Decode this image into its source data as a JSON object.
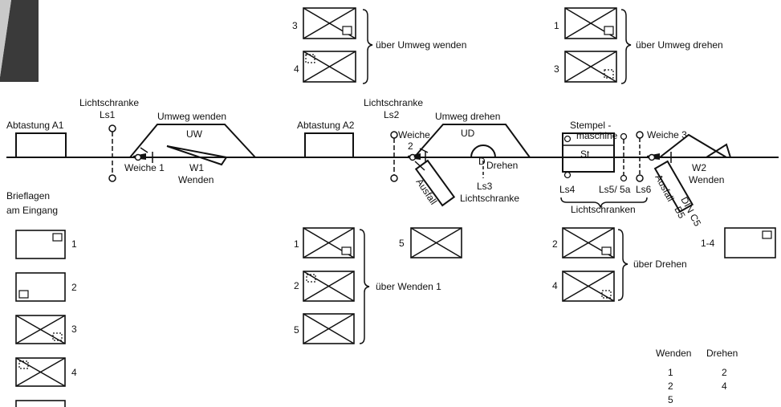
{
  "colors": {
    "ink": "#111111",
    "paper": "#ffffff",
    "corner": "#888888"
  },
  "top_groups": {
    "wenden_numbers": [
      "3",
      "4"
    ],
    "wenden_label": "über Umweg wenden",
    "drehen_numbers": [
      "1",
      "3"
    ],
    "drehen_label": "über Umweg drehen"
  },
  "track": {
    "abtastung_a1": "Abtastung A1",
    "lichtschranke_1": "Lichtschranke",
    "ls1": "Ls1",
    "umweg_wenden": "Umweg wenden",
    "uw": "UW",
    "weiche1": "Weiche 1",
    "w1": "W1",
    "w1_wenden": "Wenden",
    "abtastung_a2": "Abtastung A2",
    "lichtschranke_2": "Lichtschranke",
    "ls2": "Ls2",
    "umweg_drehen": "Umweg drehen",
    "ud": "UD",
    "weiche2_a": "Weiche",
    "weiche2_b": "2",
    "d": "D",
    "drehen": "Drehen",
    "ausfall": "Ausfall",
    "ls3": "Ls3",
    "lichtschranke_3": "Lichtschranke",
    "stempel_a": "Stempel -",
    "stempel_b": "maschine",
    "st": "St",
    "weiche3": "Weiche 3",
    "ls4": "Ls4",
    "ls5": "Ls5/ 5a",
    "ls6": "Ls6",
    "lichtschranken": "Lichtschranken",
    "ausfall2": "Ausfall",
    "din": "DIN C5",
    "b5": "B5",
    "w2": "W2",
    "w2_wenden": "Wenden"
  },
  "brieflagen": {
    "title_a": "Brieflagen",
    "title_b": "am Eingang",
    "numbers": [
      "1",
      "2",
      "3",
      "4"
    ]
  },
  "wenden_group": {
    "numbers": [
      "1",
      "2",
      "5"
    ],
    "label": "über Wenden 1"
  },
  "single": {
    "number": "5"
  },
  "drehen_group": {
    "numbers": [
      "2",
      "4"
    ],
    "label": "über Drehen"
  },
  "output": {
    "label": "1-4"
  },
  "table": {
    "headers": [
      "Wenden",
      "Drehen"
    ],
    "wenden": [
      "1",
      "2",
      "5"
    ],
    "drehen": [
      "2",
      "4"
    ]
  }
}
